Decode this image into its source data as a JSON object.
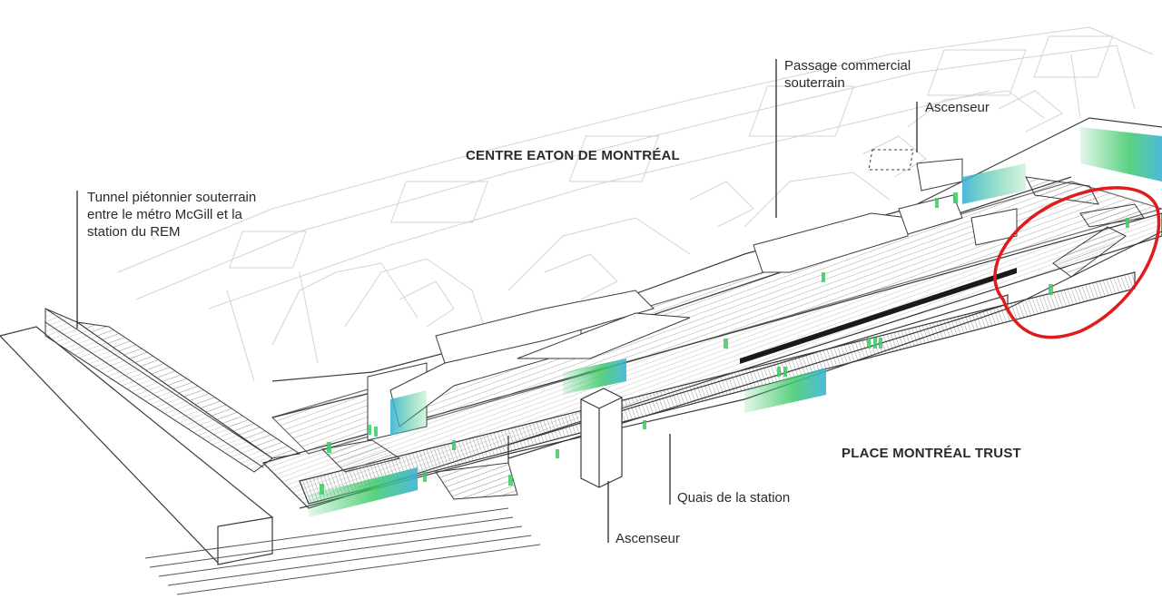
{
  "zones": {
    "centre_eaton": "CENTRE EATON DE MONTRÉAL",
    "place_montreal_trust": "PLACE MONTRÉAL TRUST"
  },
  "callouts": {
    "tunnel": [
      "Tunnel piétonnier souterrain",
      "entre le métro McGill et la",
      "station du REM"
    ],
    "passage": [
      "Passage commercial",
      "souterrain"
    ],
    "ascenseur_top": "Ascenseur",
    "ascenseur_bottom": "Ascenseur",
    "quais": "Quais de la station"
  },
  "colors": {
    "line": "#3a3a3a",
    "faint_line": "#c9c9c9",
    "accent_green": "#3ec96a",
    "accent_cyan": "#39b3d6",
    "highlight_red": "#e01b1b"
  }
}
